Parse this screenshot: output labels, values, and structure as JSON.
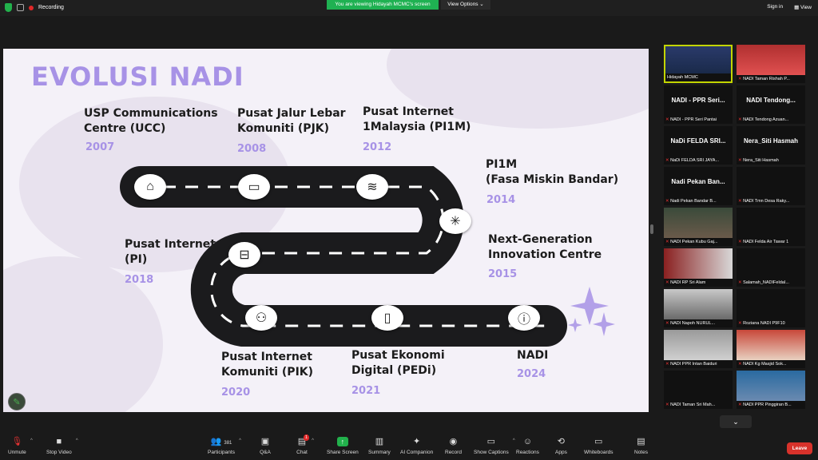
{
  "topbar": {
    "recording_label": "Recording",
    "viewing_banner": "You are viewing Hidayah MCMC's screen",
    "view_options_label": "View Options",
    "sign_in_label": "Sign in",
    "view_label": "View"
  },
  "slide": {
    "title": "EVOLUSI NADI",
    "milestones": [
      {
        "line1": "USP Communications",
        "line2": "Centre (UCC)",
        "year": "2007"
      },
      {
        "line1": "Pusat Jalur Lebar",
        "line2": "Komuniti (PJK)",
        "year": "2008"
      },
      {
        "line1": "Pusat Internet",
        "line2": "1Malaysia (PI1M)",
        "year": "2012"
      },
      {
        "line1": "PI1M",
        "line2": "(Fasa Miskin Bandar)",
        "year": "2014"
      },
      {
        "line1": "Next-Generation",
        "line2": "Innovation Centre",
        "year": "2015"
      },
      {
        "line1": "Pusat Internet",
        "line2": "(PI)",
        "year": "2018"
      },
      {
        "line1": "Pusat Internet",
        "line2": "Komuniti (PIK)",
        "year": "2020"
      },
      {
        "line1": "Pusat Ekonomi",
        "line2": "Digital (PEDi)",
        "year": "2021"
      },
      {
        "line1": "NADI",
        "line2": "",
        "year": "2024"
      }
    ]
  },
  "gallery": {
    "tiles": [
      {
        "big": "",
        "name": "Hidayah MCMC",
        "muted": false
      },
      {
        "big": "",
        "name": "NADI Taman Rishah P...",
        "muted": true
      },
      {
        "big": "NADI - PPR Seri...",
        "name": "NADI - PPR Seri Pantai",
        "muted": true
      },
      {
        "big": "NADI Tendong...",
        "name": "NADI Tendong Azuan...",
        "muted": true
      },
      {
        "big": "NaDi FELDA SRI...",
        "name": "NaDi FELDA SRI JAYA...",
        "muted": true
      },
      {
        "big": "Nera_Siti Hasmah",
        "name": "Nera_Siti Hasmah",
        "muted": true
      },
      {
        "big": "Nadi Pekan Ban...",
        "name": "Nadi Pekan Bandar B...",
        "muted": true
      },
      {
        "big": "",
        "name": "NADI Tmn Desa Raky...",
        "muted": true
      },
      {
        "big": "",
        "name": "NADI Pekan Kubu Gaj...",
        "muted": true
      },
      {
        "big": "",
        "name": "NADI Felda Air Tawar 1",
        "muted": true
      },
      {
        "big": "",
        "name": "NADI RP Sri Alam",
        "muted": true
      },
      {
        "big": "",
        "name": "Salamah_NADIFeldaI...",
        "muted": true
      },
      {
        "big": "",
        "name": "NADI Napoh NURUL...",
        "muted": true
      },
      {
        "big": "",
        "name": "Roziana NADI P9F10",
        "muted": true
      },
      {
        "big": "",
        "name": "NADI PPR Intan Baiduri",
        "muted": true
      },
      {
        "big": "",
        "name": "NADI Kg Masjid Sok...",
        "muted": true
      },
      {
        "big": "",
        "name": "NADI Taman Sri Mah...",
        "muted": true
      },
      {
        "big": "",
        "name": "NADI PPR Pinggiran B...",
        "muted": true
      }
    ]
  },
  "toolbar": {
    "unmute": "Unmute",
    "stop_video": "Stop Video",
    "participants": "Participants",
    "participants_count": "381",
    "qa": "Q&A",
    "chat": "Chat",
    "chat_badge": "1",
    "share_screen": "Share Screen",
    "summary": "Summary",
    "ai_companion": "AI Companion",
    "record": "Record",
    "show_captions": "Show Captions",
    "reactions": "Reactions",
    "apps": "Apps",
    "whiteboards": "Whiteboards",
    "notes": "Notes",
    "leave": "Leave"
  },
  "colors": {
    "accent_purple": "#a792e6",
    "share_green": "#22b14c",
    "leave_red": "#d8322b"
  }
}
